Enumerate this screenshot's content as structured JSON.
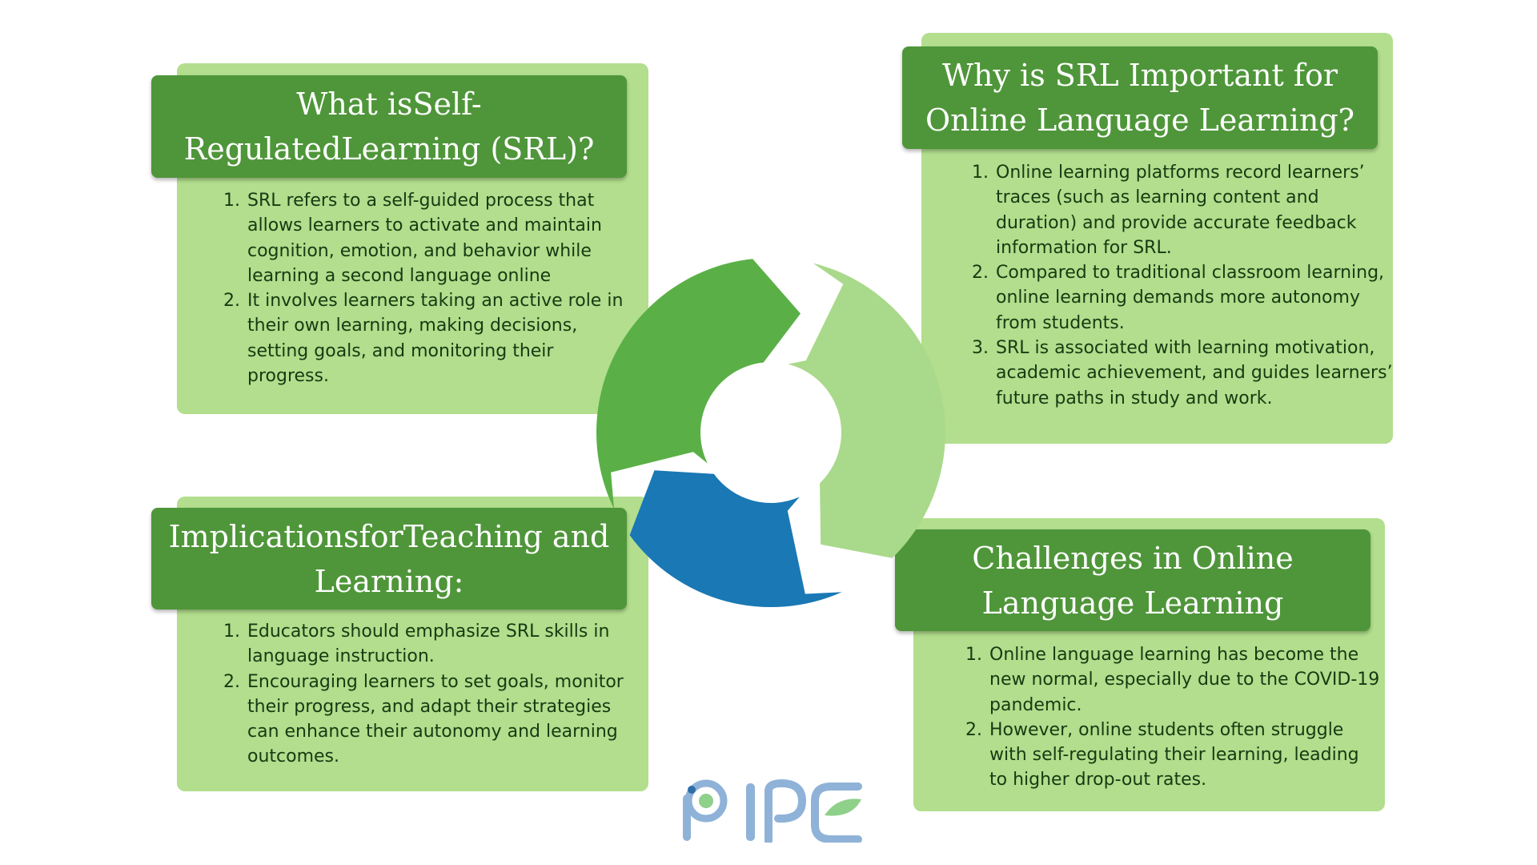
{
  "sections": {
    "what": {
      "title": "What isSelf-RegulatedLearning (SRL)?",
      "items": [
        "SRL refers to a self-guided process that allows learners to activate and maintain cognition, emotion, and behavior while learning a second language online",
        "It involves learners taking an active role in their own learning, making decisions, setting goals, and monitoring their progress."
      ]
    },
    "why": {
      "title": "Why is SRL Important for Online Language Learning?",
      "items": [
        "Online learning platforms record learners’ traces (such as learning content and duration) and provide accurate feedback information for SRL.",
        "Compared to traditional classroom learning, online learning demands more autonomy from students.",
        "SRL is associated with learning motivation, academic achievement, and guides learners’ future paths in study and work."
      ]
    },
    "implications": {
      "title": "ImplicationsforTeaching and Learning:",
      "items": [
        "Educators should emphasize SRL skills in language instruction.",
        "Encouraging learners to set goals, monitor their progress, and adapt their strategies can enhance their autonomy and learning outcomes."
      ]
    },
    "challenges": {
      "title": "Challenges in Online Language Learning",
      "items": [
        "Online language learning has become the new normal, especially due to the COVID-19 pandemic.",
        "However, online students often struggle with self-regulating their learning, leading to higher drop-out rates."
      ]
    }
  },
  "cycle_diagram": {
    "segment_colors": [
      "#5ab046",
      "#a9d98a",
      "#1a78b4"
    ],
    "icon": "circular-arrows-icon"
  },
  "logo": {
    "text": "PIPE",
    "icon": "pipe-logo-icon",
    "colors": {
      "blue": "#8fb2d8",
      "dark_blue": "#2f6fa8",
      "green": "#8fd08a"
    }
  },
  "colors": {
    "card_background": "#b2de8d",
    "title_background": "#4f963a",
    "body_text": "#173a12"
  }
}
